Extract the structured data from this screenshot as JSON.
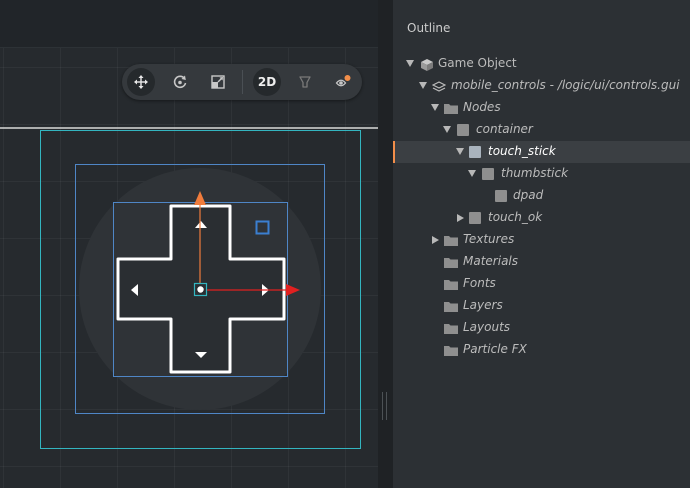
{
  "viewport": {
    "toolbar": {
      "tools": [
        {
          "name": "move-tool",
          "icon": "move-arrows-icon",
          "active": true
        },
        {
          "name": "rotate-tool",
          "icon": "rotate-icon",
          "active": false
        },
        {
          "name": "scale-tool",
          "icon": "scale-icon",
          "active": false
        },
        {
          "name": "2d-toggle",
          "label": "2D",
          "active": true
        },
        {
          "name": "visibility-filter",
          "icon": "funnel-icon",
          "active": false
        },
        {
          "name": "camera-settings",
          "icon": "eye-settings-icon",
          "active": false
        }
      ]
    },
    "colors": {
      "background": "#262a2e",
      "canvas_bounds": "#33b5c0",
      "node_bounds": "#4f86c6",
      "handle_y": "#f07c3c",
      "handle_x": "#e02020",
      "dpad_fill": "#2b2f33",
      "dpad_stroke": "#ffffff"
    }
  },
  "outline": {
    "title": "Outline",
    "items": [
      {
        "label": "Game Object",
        "icon": "cube-icon",
        "expanded": true,
        "italic": false
      },
      {
        "label": "mobile_controls - /logic/ui/controls.gui",
        "icon": "layers-icon",
        "expanded": true,
        "italic": true
      },
      {
        "label": "Nodes",
        "icon": "folder-icon",
        "expanded": true,
        "italic": true
      },
      {
        "label": "container",
        "icon": "box-node-icon",
        "expanded": true,
        "italic": true
      },
      {
        "label": "touch_stick",
        "icon": "box-node-icon",
        "expanded": true,
        "italic": true,
        "selected": true
      },
      {
        "label": "thumbstick",
        "icon": "box-node-icon",
        "expanded": true,
        "italic": true
      },
      {
        "label": "dpad",
        "icon": "box-node-icon",
        "italic": true
      },
      {
        "label": "touch_ok",
        "icon": "box-node-icon",
        "expanded": false,
        "italic": true
      },
      {
        "label": "Textures",
        "icon": "folder-icon",
        "expanded": false,
        "italic": true
      },
      {
        "label": "Materials",
        "icon": "folder-icon",
        "italic": true
      },
      {
        "label": "Fonts",
        "icon": "folder-icon",
        "italic": true
      },
      {
        "label": "Layers",
        "icon": "folder-icon",
        "italic": true
      },
      {
        "label": "Layouts",
        "icon": "folder-icon",
        "italic": true
      },
      {
        "label": "Particle FX",
        "icon": "folder-icon",
        "italic": true
      }
    ]
  }
}
